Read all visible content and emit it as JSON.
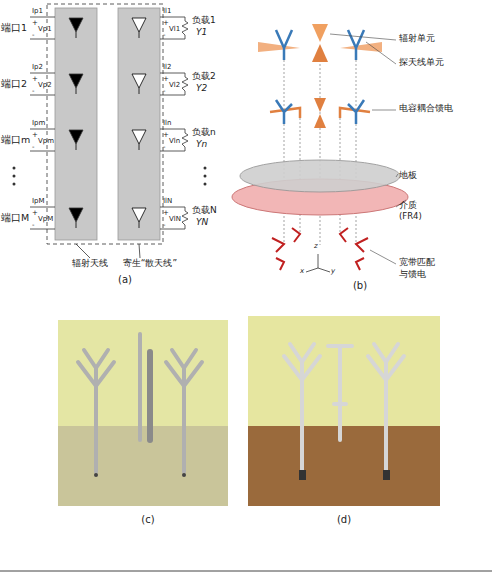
{
  "diagram": {
    "labels": [
      "端口1",
      "Ip1",
      "+",
      "Vp1",
      "-",
      "Il1",
      "+",
      "Vl1",
      "-",
      "负载1",
      "Y1",
      "端口2",
      "Ip2",
      "+",
      "Vp2",
      "-",
      "Il2",
      "+",
      "Vl2",
      "-",
      "负载2",
      "Y2",
      "端口m",
      "Ipm",
      "+",
      "Vpm",
      "-",
      "Iln",
      "+",
      "Vln",
      "-",
      "负载n",
      "Yn",
      "端口M",
      "IpM",
      "+",
      "VpM",
      "-",
      "IlN",
      "+",
      "VlN",
      "-",
      "负载N",
      "YN",
      "辐射天线",
      "寄生“散天线”",
      "(a)",
      "辐射单元",
      "探天线单元",
      "电容耦合馈电",
      "地板",
      "介质",
      "(FR4)",
      "宽带匹配",
      "与馈电",
      "x",
      "y",
      "z",
      "(b)",
      "(c)",
      "(d)"
    ]
  }
}
